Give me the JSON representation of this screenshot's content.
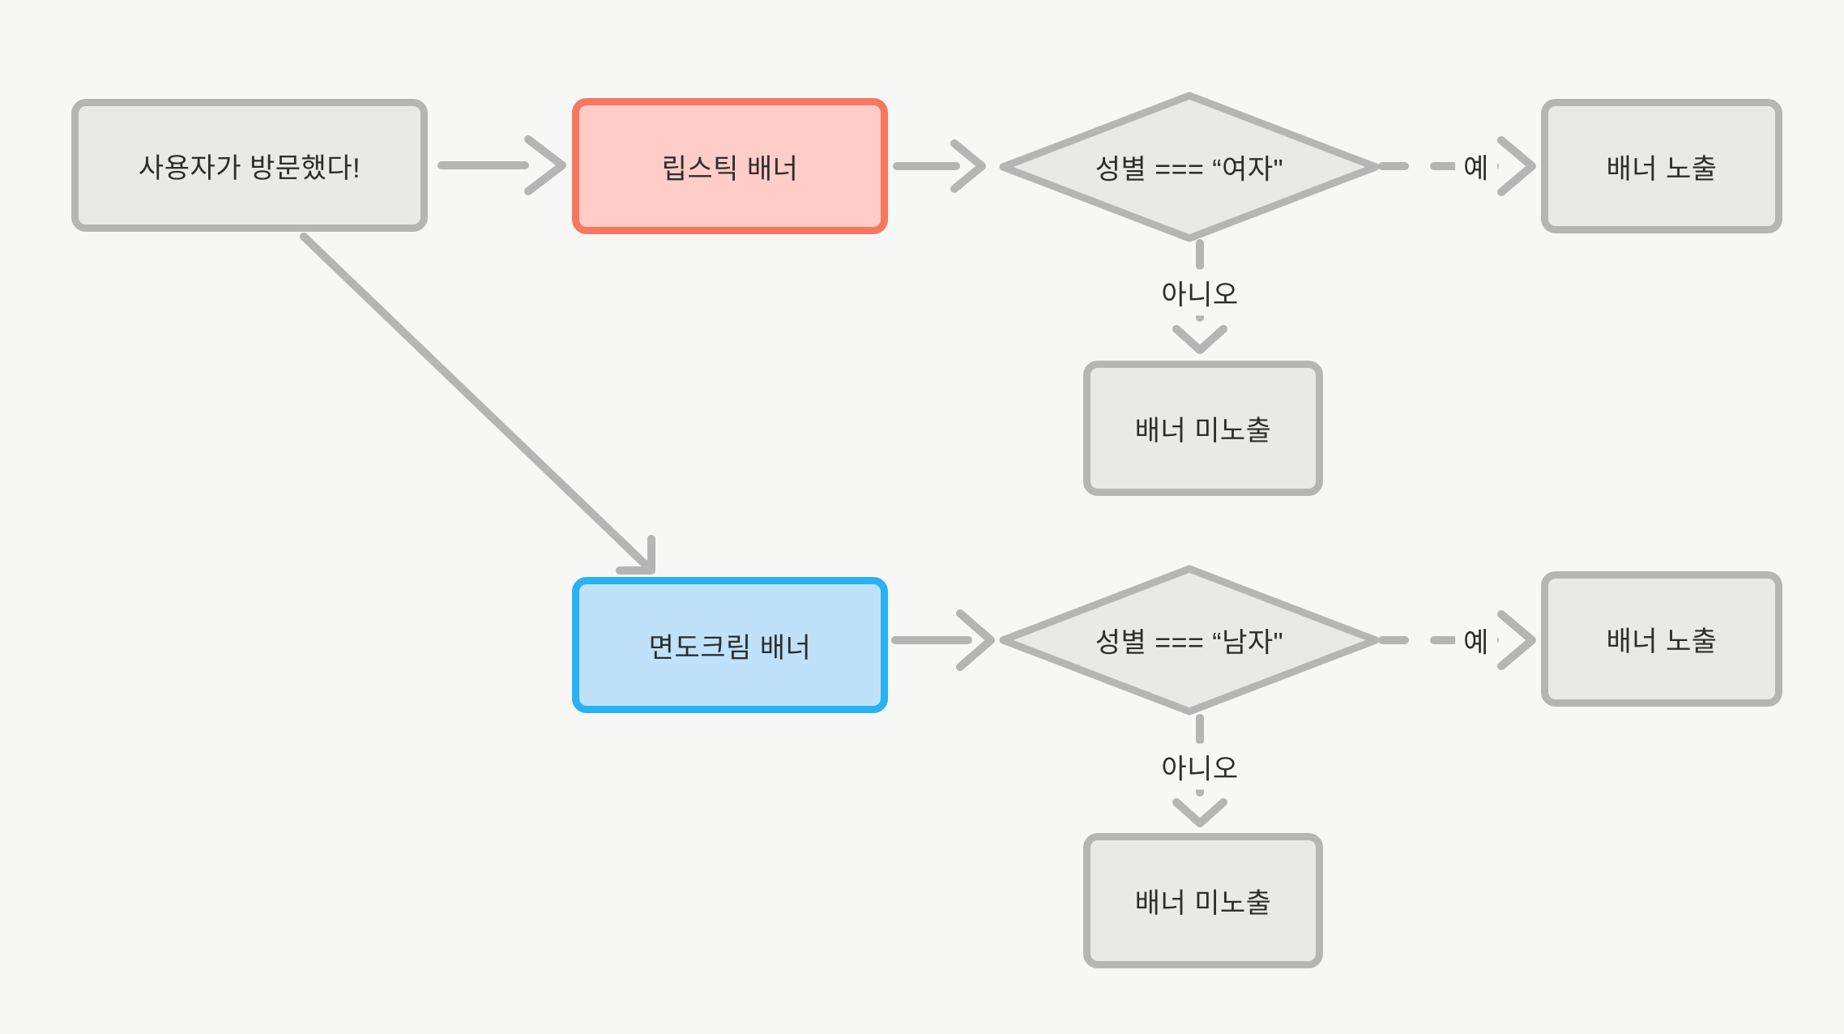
{
  "palette": {
    "background": "#f7f7f6",
    "node_fill": "#e9e9e8",
    "node_border": "#b5b5b5",
    "connector": "#b5b5b5",
    "text": "#2d2d2d",
    "highlight_red_fill": "#fecdc8",
    "highlight_red_border": "#f8775f",
    "highlight_blue_fill": "#bfe2fa",
    "highlight_blue_border": "#28b1f4"
  },
  "nodes": {
    "start": "사용자가 방문했다!",
    "lipstick_banner": "립스틱 배너",
    "shaving_cream_banner": "면도크림 배너",
    "gender_female_check": "성별 === “여자\"",
    "gender_male_check": "성별 === “남자\"",
    "banner_shown_top": "배너 노출",
    "banner_hidden_top": "배너 미노출",
    "banner_shown_bottom": "배너 노출",
    "banner_hidden_bottom": "배너 미노출"
  },
  "edge_labels": {
    "yes_top": "예",
    "no_top": "아니오",
    "yes_bottom": "예",
    "no_bottom": "아니오"
  }
}
